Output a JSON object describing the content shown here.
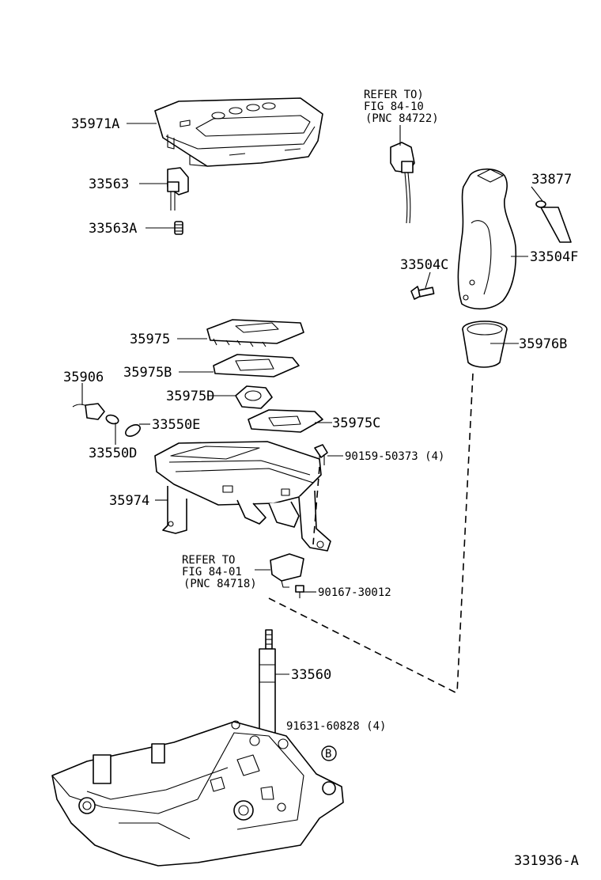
{
  "labels": {
    "p35971A": "35971A",
    "p33563": "33563",
    "p33563A": "33563A",
    "ref1_line1": "REFER TO)",
    "ref1_line2": "FIG 84-10",
    "ref1_line3": "(PNC 84722)",
    "p33877": "33877",
    "p33504C": "33504C",
    "p33504F": "33504F",
    "p35975": "35975",
    "p35976B": "35976B",
    "p35975B": "35975B",
    "p35906": "35906",
    "p35975D": "35975D",
    "p33550E": "33550E",
    "p35975C": "35975C",
    "p33550D": "33550D",
    "p90159": "90159-50373 (4)",
    "p35974": "35974",
    "ref2_line1": "REFER TO",
    "ref2_line2": "FIG 84-01",
    "ref2_line3": "(PNC 84718)",
    "p90167": "90167-30012",
    "p33560": "33560",
    "p91631": "91631-60828 (4)",
    "circleB": "B",
    "figure_id": "331936-A"
  }
}
